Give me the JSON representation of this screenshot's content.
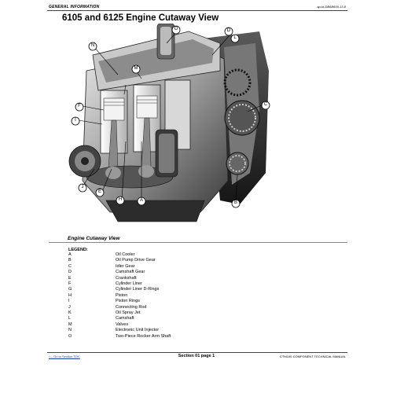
{
  "header": {
    "section": "GENERAL INFORMATION",
    "code": "ap-id-DB6B609-13-8"
  },
  "title": "6105 and 6125 Engine Cutaway View",
  "figure": {
    "callouts": [
      "A",
      "B",
      "C",
      "D",
      "E",
      "F",
      "H",
      "I",
      "J",
      "L",
      "M",
      "N",
      "O"
    ]
  },
  "caption": "Engine Cutaway View",
  "legend": {
    "title": "LEGEND:",
    "items": [
      {
        "key": "A",
        "label": "Oil Cooler"
      },
      {
        "key": "B",
        "label": "Oil Pump Drive Gear"
      },
      {
        "key": "C",
        "label": "Idler Gear"
      },
      {
        "key": "D",
        "label": "Camshaft Gear"
      },
      {
        "key": "E",
        "label": "Crankshaft"
      },
      {
        "key": "F",
        "label": "Cylinder Liner"
      },
      {
        "key": "G",
        "label": "Cylinder Liner D-Rings"
      },
      {
        "key": "H",
        "label": "Piston"
      },
      {
        "key": "I",
        "label": "Piston Rings"
      },
      {
        "key": "J",
        "label": "Connecting Rod"
      },
      {
        "key": "K",
        "label": "Oil Spray Jet"
      },
      {
        "key": "L",
        "label": "Camshaft"
      },
      {
        "key": "M",
        "label": "Valves"
      },
      {
        "key": "N",
        "label": "Electronic Unit Injector"
      },
      {
        "key": "O",
        "label": "Two-Piece Rocker Arm Shaft"
      }
    ]
  },
  "footer": {
    "toc_link": "<-- Go to Section TOC",
    "page": "Section 01 page 1",
    "manual": "CTM100-COMPONENT TECHNICAL MANUAL"
  }
}
